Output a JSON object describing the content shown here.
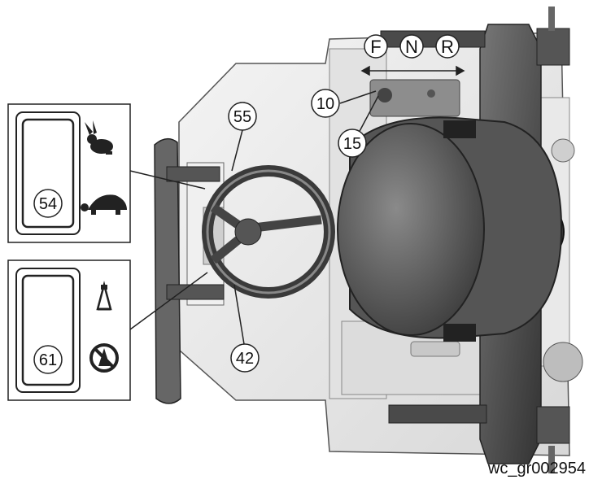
{
  "direction_labels": [
    "F",
    "N",
    "R"
  ],
  "callouts": {
    "c10": "10",
    "c15": "15",
    "c55": "55",
    "c54": "54",
    "c61": "61",
    "c42": "42"
  },
  "icons": {
    "panel_upper": [
      "rabbit-icon",
      "turtle-icon"
    ],
    "panel_lower": [
      "warning-triangle-icon",
      "prohibited-icon"
    ]
  },
  "figure_code": "wc_gr002954"
}
